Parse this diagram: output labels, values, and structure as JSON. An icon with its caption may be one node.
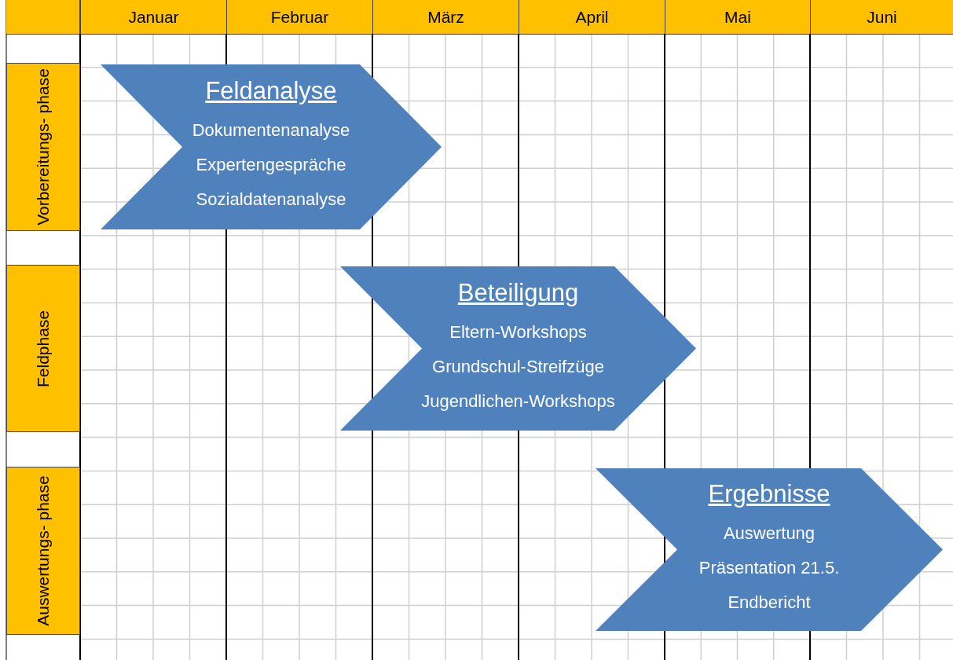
{
  "diagram": {
    "nodes": [
      {
        "text": [
          "Vorbereitungs- phase"
        ]
      },
      {
        "text": [
          "Feldphase"
        ]
      },
      {
        "text": [
          "Auswertungs- phase"
        ]
      },
      {
        "text": [
          "Feldanalyse",
          "Dokumentenanalyse",
          "Expertengespräche",
          "Sozialdatenanalyse"
        ]
      },
      {
        "text": [
          "Beteiligung",
          "Eltern-Workshops",
          "Grundschul-Streifzüge",
          "Jugendlichen-Workshops"
        ]
      },
      {
        "text": [
          "Ergebnisse",
          "Auswertung",
          "Präsentation 21.5.",
          "Endbericht"
        ]
      }
    ],
    "edges": [],
    "labels": [
      "Januar",
      "Februar",
      "März",
      "April",
      "Mai",
      "Juni"
    ]
  }
}
